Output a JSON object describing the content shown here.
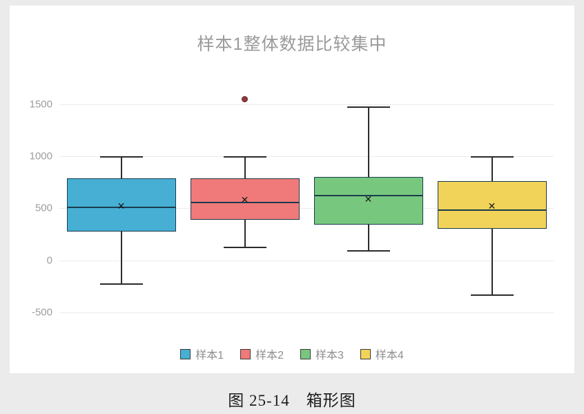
{
  "chart": {
    "title": "样本1整体数据比较集中",
    "caption": "图 25-14　箱形图"
  },
  "legend": {
    "items": [
      {
        "label": "样本1",
        "color": "#46AFD3"
      },
      {
        "label": "样本2",
        "color": "#F07A7A"
      },
      {
        "label": "样本3",
        "color": "#77C87E"
      },
      {
        "label": "样本4",
        "color": "#F2D359"
      }
    ]
  },
  "chart_data": {
    "type": "box",
    "title": "样本1整体数据比较集中",
    "xlabel": "",
    "ylabel": "",
    "ylim": [
      -620,
      1610
    ],
    "yticks": [
      1500,
      1000,
      500,
      0,
      -500
    ],
    "ytick_labels": [
      "1500",
      "1000",
      "500",
      "0",
      "-500"
    ],
    "grid": true,
    "legend_position": "bottom",
    "categories": [
      "样本1",
      "样本2",
      "样本3",
      "样本4"
    ],
    "colors": [
      "#46AFD3",
      "#F07A7A",
      "#77C87E",
      "#F2D359"
    ],
    "series": [
      {
        "name": "样本1",
        "color": "#46AFD3",
        "min": -225,
        "q1": 275,
        "median": 515,
        "q3": 790,
        "max": 1000,
        "mean": 520,
        "outliers": []
      },
      {
        "name": "样本2",
        "color": "#F07A7A",
        "min": 130,
        "q1": 390,
        "median": 560,
        "q3": 790,
        "max": 1000,
        "mean": 580,
        "outliers": [
          1550
        ]
      },
      {
        "name": "样本3",
        "color": "#77C87E",
        "min": 100,
        "q1": 340,
        "median": 630,
        "q3": 800,
        "max": 1475,
        "mean": 585,
        "outliers": []
      },
      {
        "name": "样本4",
        "color": "#F2D359",
        "min": -325,
        "q1": 300,
        "median": 490,
        "q3": 760,
        "max": 1000,
        "mean": 515,
        "outliers": []
      }
    ]
  }
}
